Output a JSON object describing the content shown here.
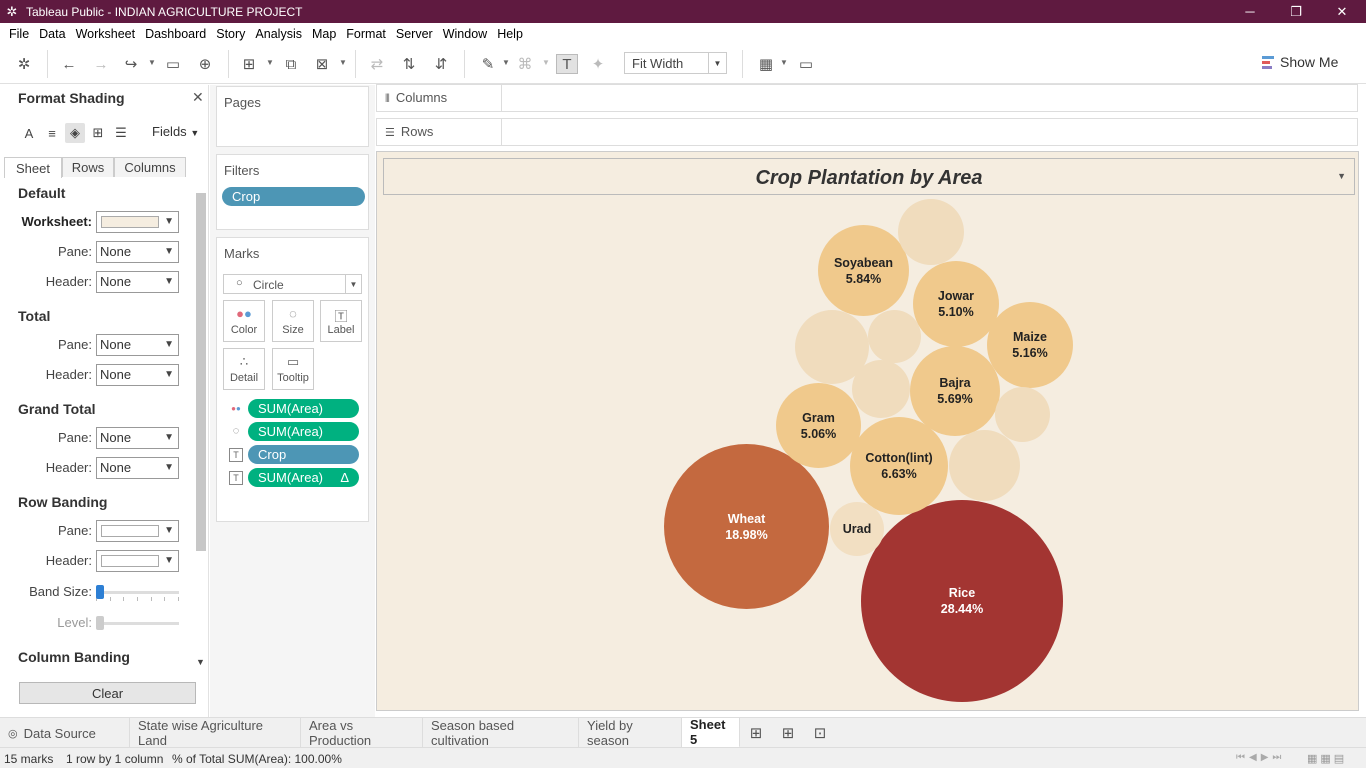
{
  "window": {
    "title": "Tableau Public - INDIAN AGRICULTURE PROJECT"
  },
  "menu": [
    "File",
    "Data",
    "Worksheet",
    "Dashboard",
    "Story",
    "Analysis",
    "Map",
    "Format",
    "Server",
    "Window",
    "Help"
  ],
  "toolbar": {
    "fit": "Fit Width",
    "show_me": "Show Me"
  },
  "format_panel": {
    "title": "Format Shading",
    "fields_label": "Fields",
    "tabs": [
      "Sheet",
      "Rows",
      "Columns"
    ],
    "default_label": "Default",
    "worksheet_label": "Worksheet:",
    "pane_label": "Pane:",
    "header_label": "Header:",
    "none": "None",
    "total_label": "Total",
    "grand_total_label": "Grand Total",
    "row_banding_label": "Row Banding",
    "band_size_label": "Band Size:",
    "level_label": "Level:",
    "column_banding_label": "Column Banding",
    "clear": "Clear",
    "worksheet_color": "#f5ede0"
  },
  "shelves": {
    "pages": "Pages",
    "filters": "Filters",
    "filter_pill": "Crop",
    "marks": "Marks",
    "mark_type": "Circle",
    "buttons": [
      "Color",
      "Size",
      "Label",
      "Detail",
      "Tooltip"
    ],
    "mark_pills": [
      "SUM(Area)",
      "SUM(Area)",
      "Crop",
      "SUM(Area)"
    ],
    "delta": "Δ",
    "columns": "Columns",
    "rows": "Rows"
  },
  "viz": {
    "title": "Crop Plantation by Area",
    "background": "#f5ede0",
    "bubbles": [
      {
        "name": "Rice",
        "pct": "28.44%",
        "color": "#a33532",
        "text_color": "#ffffff"
      },
      {
        "name": "Wheat",
        "pct": "18.98%",
        "color": "#c4693f",
        "text_color": "#ffffff"
      },
      {
        "name": "Cotton(lint)",
        "pct": "6.63%",
        "color": "#f0c98c",
        "text_color": "#222222"
      },
      {
        "name": "Soyabean",
        "pct": "5.84%",
        "color": "#f0c98c",
        "text_color": "#222222"
      },
      {
        "name": "Bajra",
        "pct": "5.69%",
        "color": "#f0c98c",
        "text_color": "#222222"
      },
      {
        "name": "Maize",
        "pct": "5.16%",
        "color": "#f0c98c",
        "text_color": "#222222"
      },
      {
        "name": "Jowar",
        "pct": "5.10%",
        "color": "#f0c98c",
        "text_color": "#222222"
      },
      {
        "name": "Gram",
        "pct": "5.06%",
        "color": "#f0c98c",
        "text_color": "#222222"
      },
      {
        "name": "Urad",
        "pct": "",
        "color": "#f2dfc2",
        "text_color": "#222222"
      },
      {
        "name": "",
        "pct": "",
        "color": "#f0dcbd",
        "text_color": "#222222"
      },
      {
        "name": "",
        "pct": "",
        "color": "#f0dcbd",
        "text_color": "#222222"
      },
      {
        "name": "",
        "pct": "",
        "color": "#f0dcbd",
        "text_color": "#222222"
      },
      {
        "name": "",
        "pct": "",
        "color": "#f0dcbd",
        "text_color": "#222222"
      },
      {
        "name": "",
        "pct": "",
        "color": "#f0dcbd",
        "text_color": "#222222"
      },
      {
        "name": "",
        "pct": "",
        "color": "#f0dcbd",
        "text_color": "#222222"
      }
    ]
  },
  "sheet_tabs": [
    "Data Source",
    "State wise Agriculture Land",
    "Area vs Production",
    "Season based cultivation",
    "Yield by season",
    "Sheet 5"
  ],
  "status": {
    "marks": "15 marks",
    "rows": "1 row by 1 column",
    "summary": "% of Total SUM(Area): 100.00%"
  }
}
